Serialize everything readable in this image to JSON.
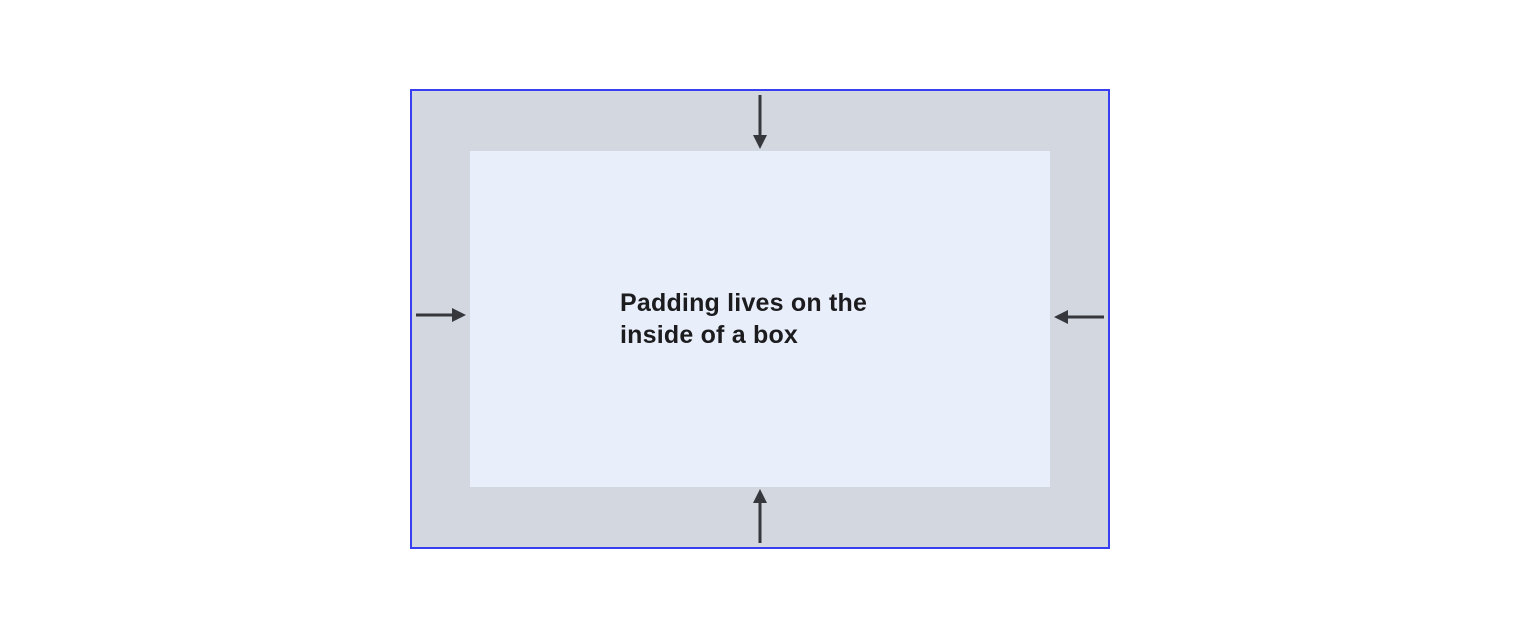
{
  "diagram": {
    "title": "Padding lives on the inside of a box",
    "label_lines": [
      "Padding lives on the",
      "inside of a box"
    ],
    "boxes": {
      "outer": "padding box (border + padding area)",
      "inner": "content box"
    },
    "arrows": [
      {
        "side": "top",
        "direction": "down"
      },
      {
        "side": "right",
        "direction": "left"
      },
      {
        "side": "bottom",
        "direction": "up"
      },
      {
        "side": "left",
        "direction": "right"
      }
    ],
    "colors": {
      "canvas": "#ffffff",
      "border": "#3a3ef2",
      "padding_area": "#d3d7e0",
      "content_area": "#e9eefb",
      "arrow": "#35373c",
      "text": "#1c1c1e"
    }
  }
}
